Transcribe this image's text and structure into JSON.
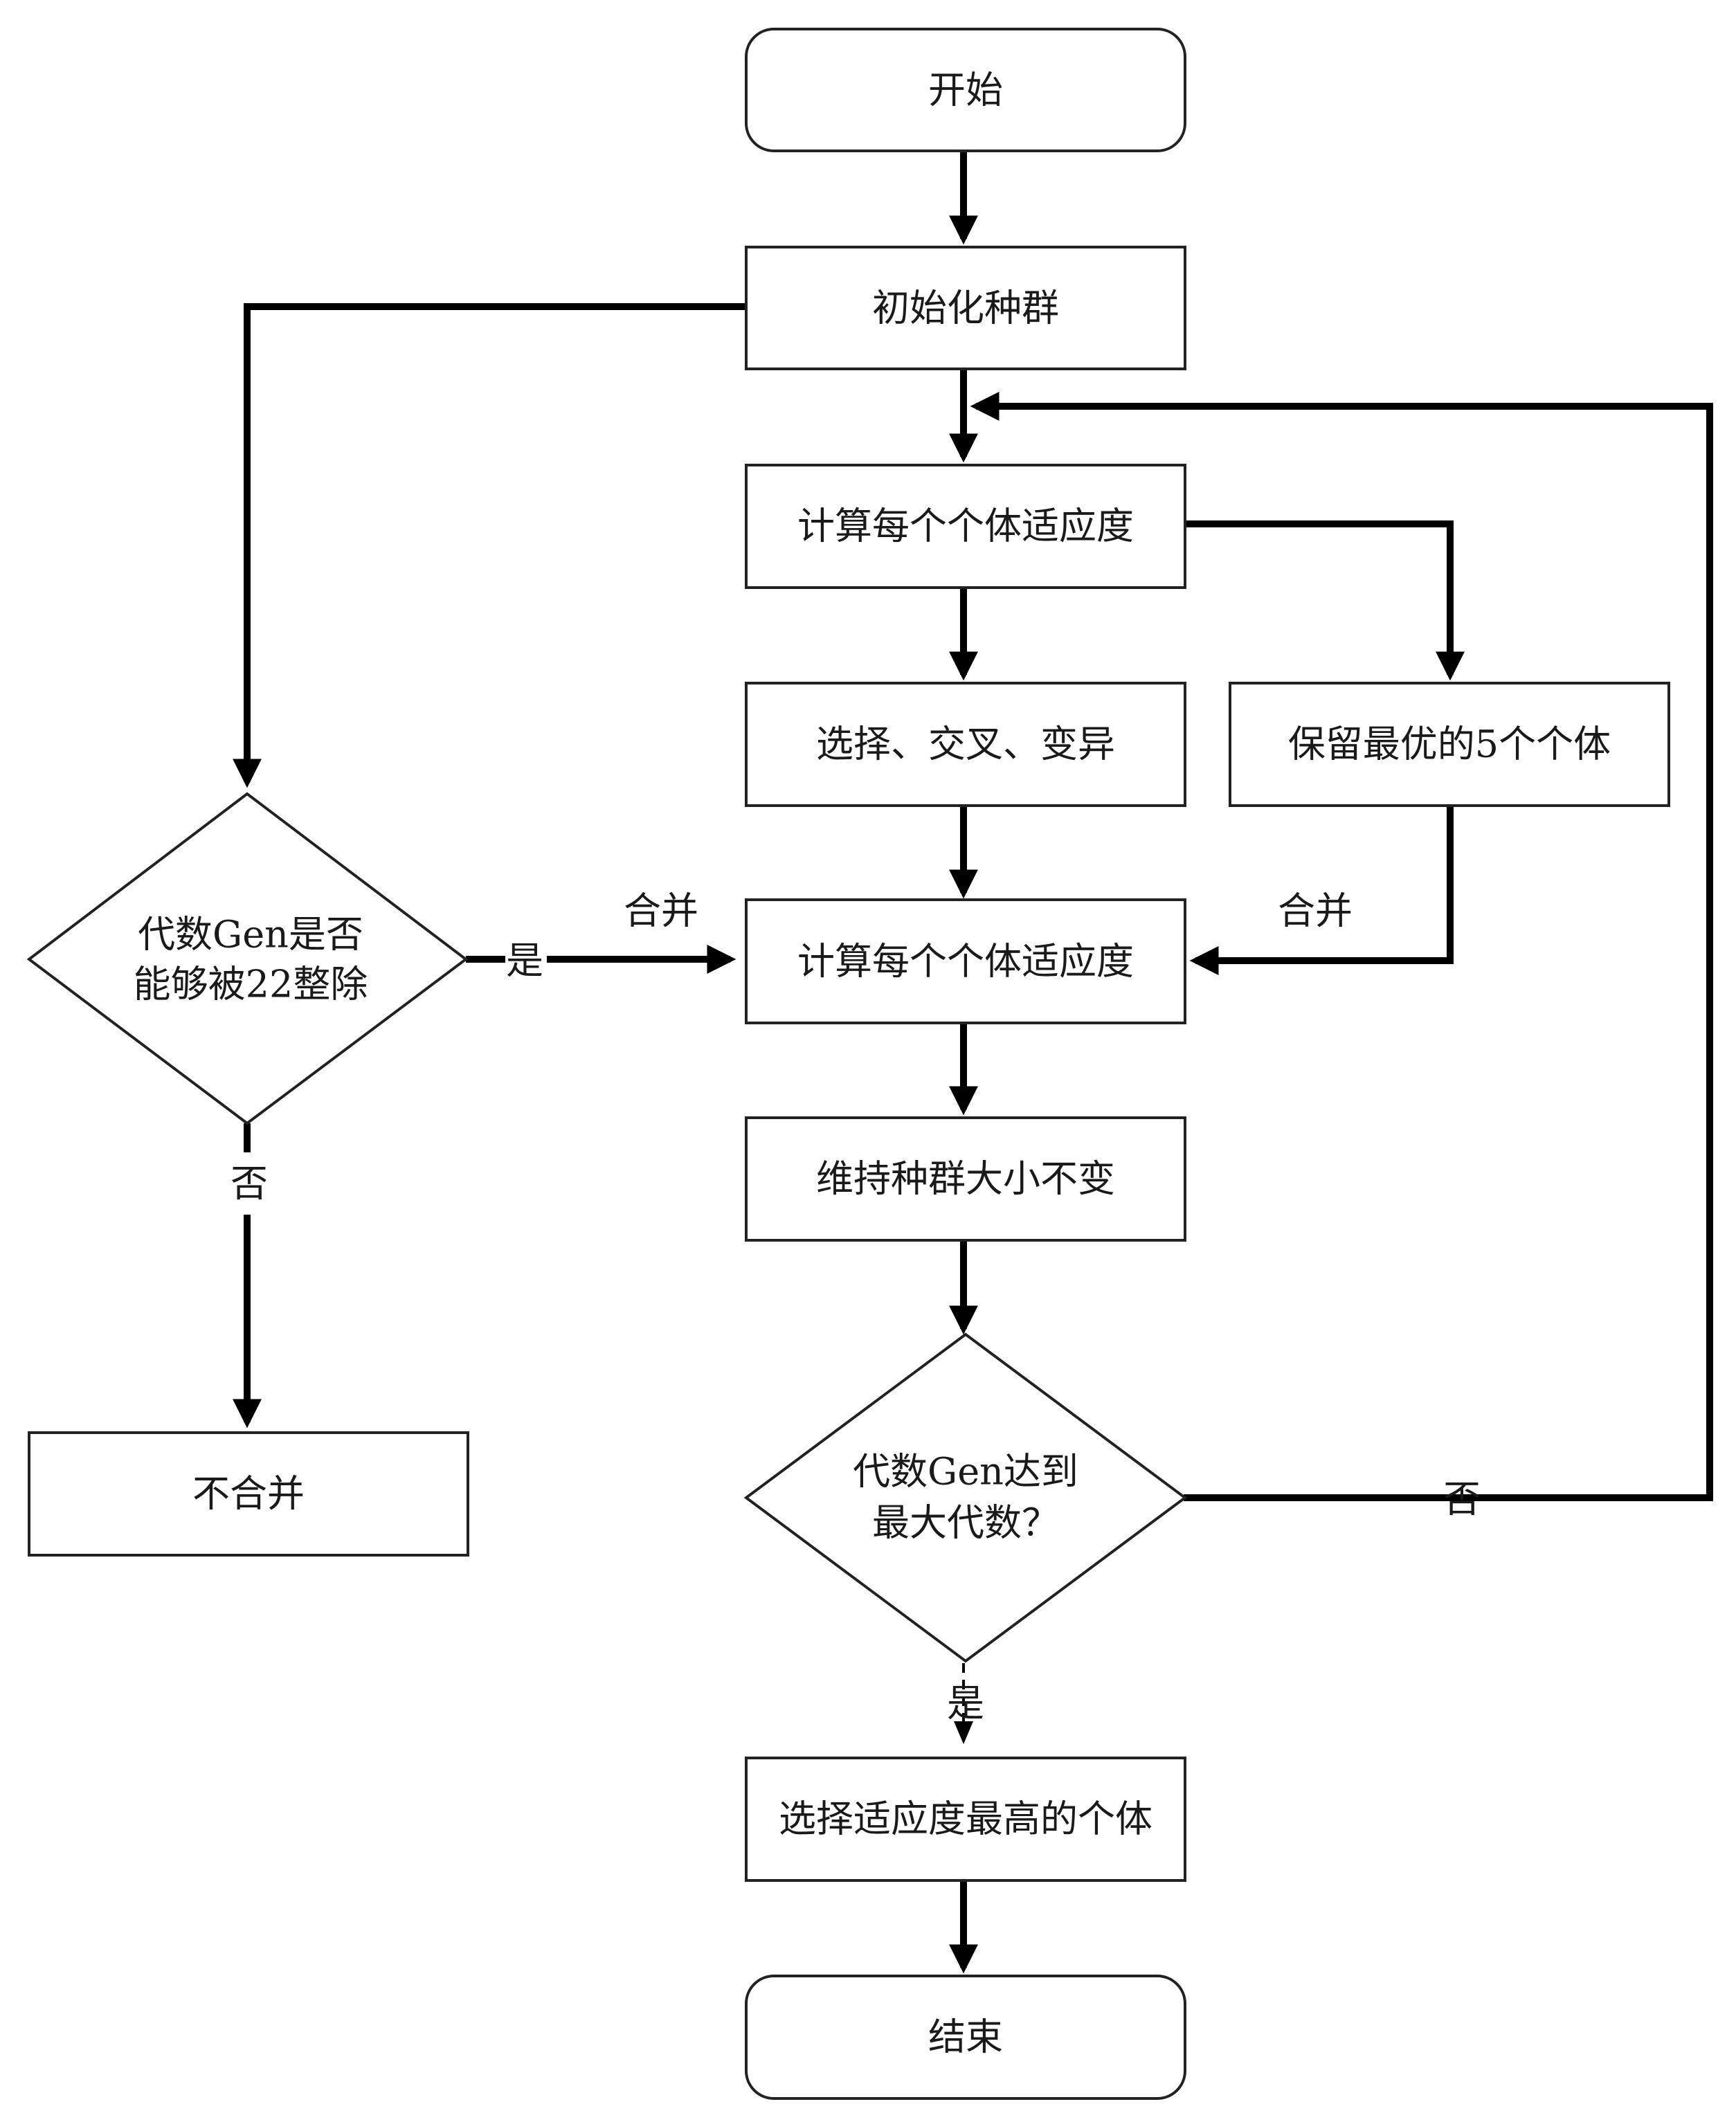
{
  "nodes": {
    "start": "开始",
    "init_population": "初始化种群",
    "compute_fitness_1": "计算每个个体适应度",
    "select_cross_mutate": "选择、交叉、变异",
    "keep_best": "保留最优的5个个体",
    "compute_fitness_2": "计算每个个体适应度",
    "keep_size": "维持种群大小不变",
    "gen_max_line1": "代数Gen达到",
    "gen_max_line2": "最大代数？",
    "gen_div_line1": "代数Gen是否",
    "gen_div_line2": "能够被22整除",
    "no_merge": "不合并",
    "select_best": "选择适应度最高的个体",
    "end": "结束"
  },
  "edge_labels": {
    "merge_left": "合并",
    "merge_right": "合并",
    "div_yes": "是",
    "div_no": "否",
    "max_no": "否",
    "max_yes": "是"
  }
}
